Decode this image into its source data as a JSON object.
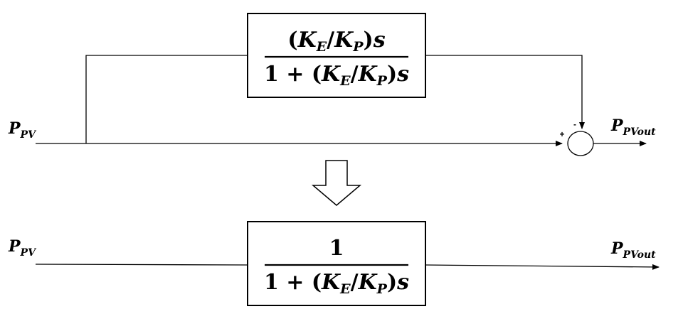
{
  "top_diagram": {
    "input_label": {
      "main": "P",
      "sub": "PV"
    },
    "output_label": {
      "main": "P",
      "sub": "PVout"
    },
    "block": {
      "numerator": {
        "open": "(",
        "k1": "K",
        "k1_sub": "E",
        "slash": "/",
        "k2": "K",
        "k2_sub": "P",
        "close": ")",
        "var": "s"
      },
      "denominator": {
        "prefix": "1 + (",
        "k1": "K",
        "k1_sub": "E",
        "slash": "/",
        "k2": "K",
        "k2_sub": "P",
        "close": ")",
        "var": "s"
      }
    },
    "summing_junction": {
      "plus_sign": "+",
      "minus_sign": "-"
    }
  },
  "bottom_diagram": {
    "input_label": {
      "main": "P",
      "sub": "PV"
    },
    "output_label": {
      "main": "P",
      "sub": "PVout"
    },
    "block": {
      "numerator": "1",
      "denominator": {
        "prefix": "1 + (",
        "k1": "K",
        "k1_sub": "E",
        "slash": "/",
        "k2": "K",
        "k2_sub": "P",
        "close": ")",
        "var": "s"
      }
    }
  }
}
